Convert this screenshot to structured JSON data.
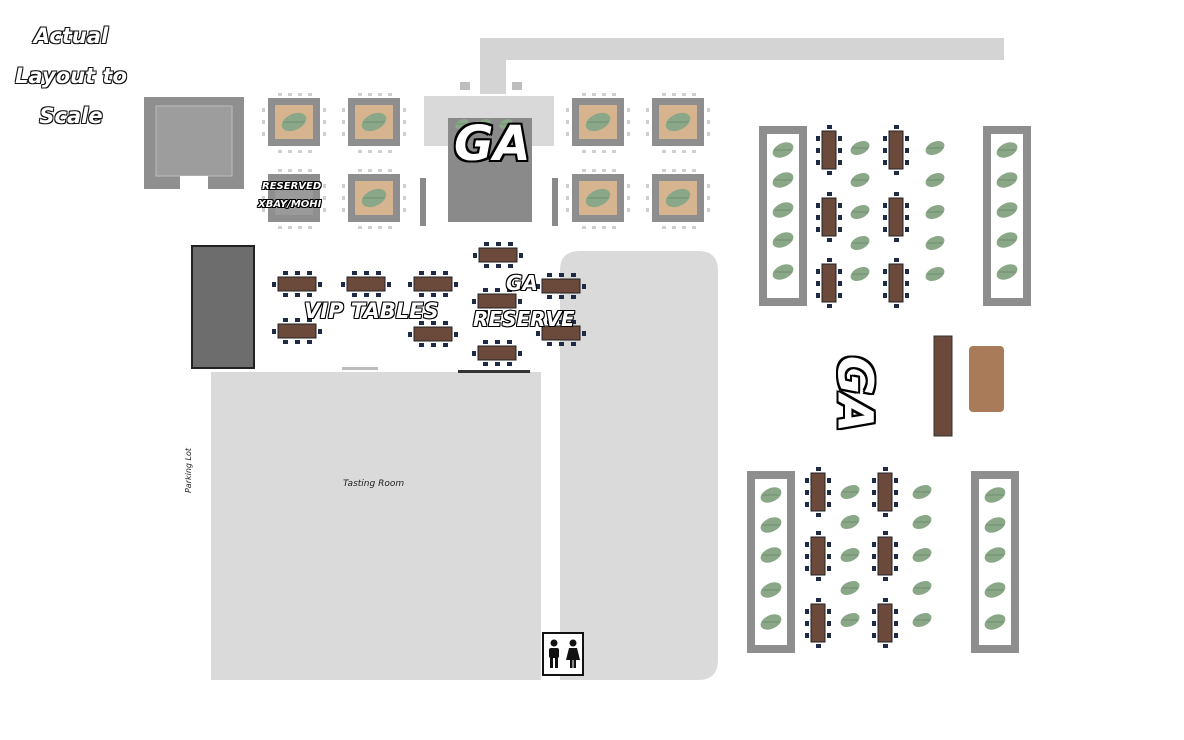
{
  "title_note": "Actual Layout to Scale",
  "labels": {
    "ga_top": "GA",
    "ga_right": "GA",
    "vip_tables": "VIP TABLES",
    "ga_reserve_line1": "GA",
    "ga_reserve_line2": "RESERVE",
    "reserved_line1": "RESERVED",
    "reserved_line2": "XBAY/MOHI",
    "tasting_room": "Tasting Room",
    "parking_lot": "Parking Lot"
  },
  "icons": {
    "restroom": "restroom-icon",
    "plant": "plant-icon",
    "table": "table-icon"
  },
  "colors": {
    "building_gray": "#dadada",
    "wall_gray": "#9a9a9a",
    "dark_block": "#6d6d6d",
    "table_brown": "#6b4a3c",
    "chair_navy": "#1f2a44",
    "plant_green": "#8aa888",
    "bar_brown": "#a97b58"
  }
}
